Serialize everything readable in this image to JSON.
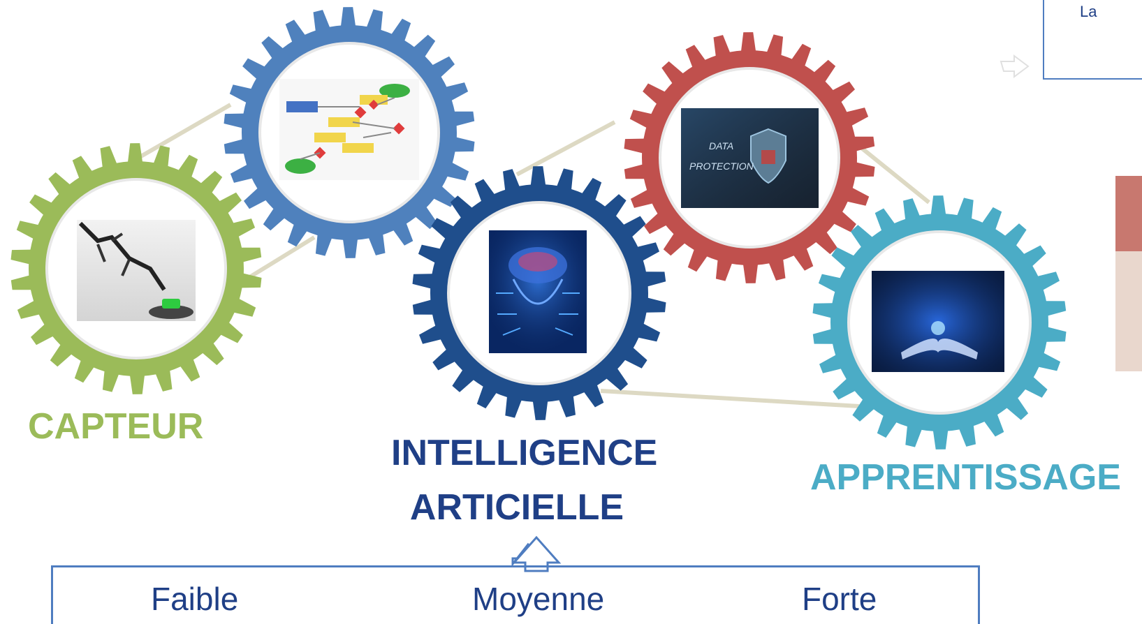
{
  "gears": [
    {
      "id": "capteur",
      "color": "#9bbb59",
      "image": "robot-arm-image"
    },
    {
      "id": "algorithme",
      "color": "#4f81bd",
      "image": "flowchart-image"
    },
    {
      "id": "intelligence",
      "color": "#1f4e8c",
      "image": "digital-brain-image"
    },
    {
      "id": "protection",
      "color": "#c0504d",
      "image": "data-protection-image"
    },
    {
      "id": "apprentissage",
      "color": "#4bacc6",
      "image": "digital-book-image"
    }
  ],
  "image_text": {
    "data": "DATA",
    "protection": "PROTECTION"
  },
  "labels": {
    "capteur": "CAPTEUR",
    "ia_line1": "INTELLIGENCE",
    "ia_line2": "ARTICIELLE",
    "apprentissage": "APPRENTISSAGE"
  },
  "scale": {
    "low": "Faible",
    "mid": "Moyenne",
    "high": "Forte"
  },
  "corner_box": {
    "text": "La"
  },
  "colors": {
    "capteur": "#9bbb59",
    "intelligence": "#1f3f86",
    "apprentissage": "#4bacc6",
    "connector": "#ddd9c3",
    "frame": "#4f7dc0"
  }
}
